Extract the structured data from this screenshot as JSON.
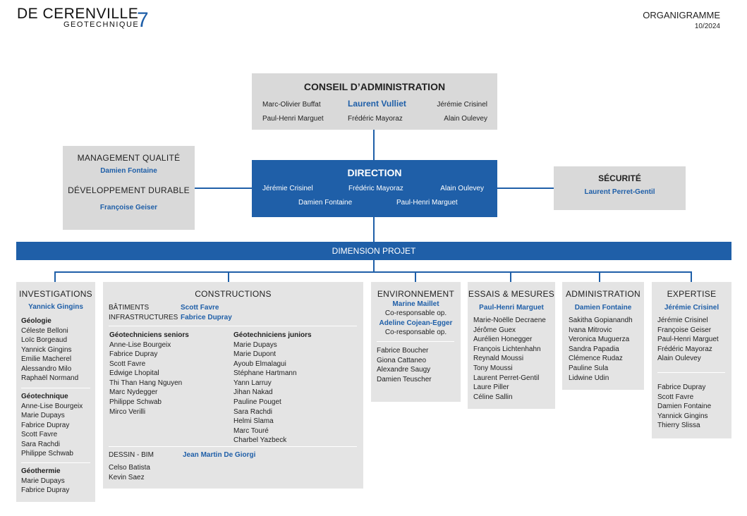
{
  "logo": {
    "name": "DE CERENVILLE",
    "sub": "GEOTECHNIQUE",
    "mark": "7"
  },
  "header": {
    "title": "ORGANIGRAMME",
    "date": "10/2024"
  },
  "board": {
    "title": "CONSEIL D’ADMINISTRATION",
    "members": [
      "Marc-Olivier Buffat",
      "Laurent Vulliet",
      "Jérémie Crisinel",
      "Paul-Henri Marguet",
      "Frédéric Mayoraz",
      "Alain Oulevey"
    ]
  },
  "quality": {
    "title1": "MANAGEMENT QUALITÉ",
    "person1": "Damien Fontaine",
    "title2": "DÉVELOPPEMENT DURABLE",
    "person2": "Françoise Geiser"
  },
  "direction": {
    "title": "DIRECTION",
    "members": [
      "Jérémie Crisinel",
      "Frédéric Mayoraz",
      "Alain Oulevey",
      "Damien Fontaine",
      "Paul-Henri Marguet"
    ]
  },
  "security": {
    "title": "SÉCURITÉ",
    "person": "Laurent Perret-Gentil"
  },
  "dimension": "DIMENSION PROJET",
  "investigations": {
    "title": "INVESTIGATIONS",
    "lead": "Yannick Gingins",
    "geologie": {
      "title": "Géologie",
      "members": [
        "Céleste Belloni",
        "Loïc Borgeaud",
        "Yannick Gingins",
        "Emilie Macherel",
        "Alessandro Milo",
        "Raphaël Normand"
      ]
    },
    "geotechnique": {
      "title": "Géotechnique",
      "members": [
        "Anne-Lise Bourgeix",
        "Marie Dupays",
        "Fabrice Dupray",
        "Scott Favre",
        "Sara Rachdi",
        "Philippe Schwab"
      ]
    },
    "geothermie": {
      "title": "Géothermie",
      "members": [
        "Marie Dupays",
        "Fabrice Dupray"
      ]
    }
  },
  "constructions": {
    "title": "CONSTRUCTIONS",
    "batiments": "BÂTIMENTS",
    "batiments_lead": "Scott Favre",
    "infra": "INFRASTRUCTURES",
    "infra_lead": "Fabrice Dupray",
    "seniors": {
      "title": "Géotechniciens seniors",
      "members": [
        "Anne-Lise Bourgeix",
        "Fabrice Dupray",
        "Scott Favre",
        "Edwige Lhopital",
        "Thi Than Hang Nguyen",
        "Marc Nydegger",
        "Philippe Schwab",
        "Mirco Verilli"
      ]
    },
    "juniors": {
      "title": "Géotechniciens juniors",
      "members": [
        "Marie Dupays",
        "Marie Dupont",
        "Ayoub Elmalagui",
        "Stéphane Hartmann",
        "Yann Larruy",
        "Jihan Nakad",
        "Pauline Pouget",
        "Sara Rachdi",
        "Helmi Slama",
        "Marc Touré",
        "Charbel Yazbeck"
      ]
    },
    "dessin": "DESSIN - BIM",
    "dessin_lead": "Jean Martin De Giorgi",
    "dessin_members": [
      "Celso Batista",
      "Kevin Saez"
    ]
  },
  "environnement": {
    "title": "ENVIRONNEMENT",
    "lead1": "Marine Maillet",
    "role1": "Co-responsable op.",
    "lead2": "Adeline Cojean-Egger",
    "role2": "Co-responsable op.",
    "members": [
      "Fabrice Boucher",
      "Giona Cattaneo",
      "Alexandre Saugy",
      "Damien Teuscher"
    ]
  },
  "essais": {
    "title": "ESSAIS & MESURES",
    "lead": "Paul-Henri Marguet",
    "members": [
      "Marie-Noëlle Decraene",
      "Jérôme Guex",
      "Aurélien Honegger",
      "François Lichtenhahn",
      "Reynald Moussi",
      "Tony Moussi",
      "Laurent Perret-Gentil",
      "Laure Piller",
      "Céline Sallin"
    ]
  },
  "administration": {
    "title": "ADMINISTRATION",
    "lead": "Damien Fontaine",
    "members": [
      "Sakitha Gopianandh",
      "Ivana Mitrovic",
      "Veronica Muguerza",
      "Sandra Papadia",
      "Clémence Rudaz",
      "Pauline Sula",
      "Lidwine Udin"
    ]
  },
  "expertise": {
    "title": "EXPERTISE",
    "lead": "Jérémie Crisinel",
    "members1": [
      "Jérémie Crisinel",
      "Françoise Geiser",
      "Paul-Henri Marguet",
      "Frédéric Mayoraz",
      "Alain Oulevey"
    ],
    "members2": [
      "Fabrice Dupray",
      "Scott Favre",
      "Damien Fontaine",
      "Yannick Gingins",
      "Thierry Slissa"
    ]
  },
  "colors": {
    "blue": "#1f5fa8",
    "gray": "#e4e4e4",
    "dark_gray": "#d9d9d9"
  }
}
